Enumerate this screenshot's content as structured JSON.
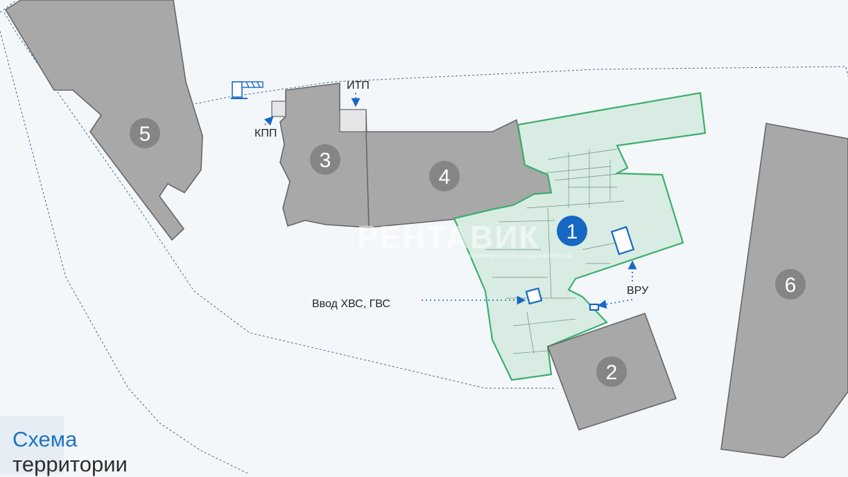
{
  "title": {
    "line1": "Схема",
    "line2": "территории"
  },
  "buildings": [
    {
      "number": "1",
      "status": "highlighted"
    },
    {
      "number": "2"
    },
    {
      "number": "3"
    },
    {
      "number": "4"
    },
    {
      "number": "5"
    },
    {
      "number": "6"
    }
  ],
  "labels": {
    "itp": "ИТП",
    "kpp": "КПП",
    "vru": "ВРУ",
    "water_inlet": "Ввод ХВС, ГВС"
  },
  "watermark": {
    "brand": "РЕНТАВИК",
    "tagline": "коммерческая недвижимость"
  },
  "icons": [
    "barrier-gate-icon",
    "arrow-icon"
  ],
  "colors": {
    "building_fill": "#a8a8a8",
    "highlight_fill": "#d8ece3",
    "highlight_stroke": "#3cae6c",
    "accent_blue": "#1668c4",
    "title_blue": "#1f74c4"
  }
}
